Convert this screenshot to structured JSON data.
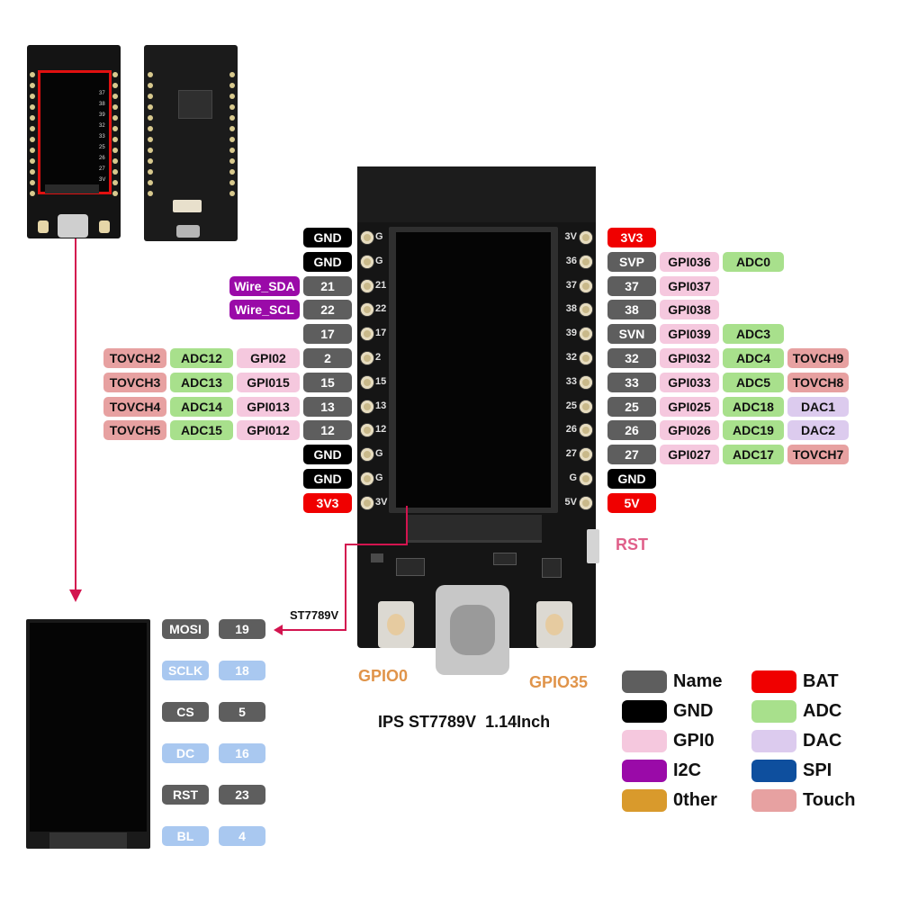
{
  "thumb_front": {
    "pin_labels": [
      "37",
      "38",
      "39",
      "32",
      "33",
      "25",
      "26",
      "27",
      "3V"
    ]
  },
  "left_pins": [
    {
      "board": "G",
      "tags": [
        {
          "text": "GND",
          "type": "gnd"
        }
      ]
    },
    {
      "board": "G",
      "tags": [
        {
          "text": "GND",
          "type": "gnd"
        }
      ]
    },
    {
      "board": "21",
      "tags": [
        {
          "text": "Wire_SDA",
          "type": "i2c"
        },
        {
          "text": "21",
          "type": "name"
        }
      ]
    },
    {
      "board": "22",
      "tags": [
        {
          "text": "Wire_SCL",
          "type": "i2c"
        },
        {
          "text": "22",
          "type": "name"
        }
      ]
    },
    {
      "board": "17",
      "tags": [
        {
          "text": "17",
          "type": "name"
        }
      ]
    },
    {
      "board": "2",
      "tags": [
        {
          "text": "TOVCH2",
          "type": "touch"
        },
        {
          "text": "ADC12",
          "type": "adc"
        },
        {
          "text": "GPI02",
          "type": "gpio"
        },
        {
          "text": "2",
          "type": "name"
        }
      ]
    },
    {
      "board": "15",
      "tags": [
        {
          "text": "TOVCH3",
          "type": "touch"
        },
        {
          "text": "ADC13",
          "type": "adc"
        },
        {
          "text": "GPI015",
          "type": "gpio"
        },
        {
          "text": "15",
          "type": "name"
        }
      ]
    },
    {
      "board": "13",
      "tags": [
        {
          "text": "TOVCH4",
          "type": "touch"
        },
        {
          "text": "ADC14",
          "type": "adc"
        },
        {
          "text": "GPI013",
          "type": "gpio"
        },
        {
          "text": "13",
          "type": "name"
        }
      ]
    },
    {
      "board": "12",
      "tags": [
        {
          "text": "TOVCH5",
          "type": "touch"
        },
        {
          "text": "ADC15",
          "type": "adc"
        },
        {
          "text": "GPI012",
          "type": "gpio"
        },
        {
          "text": "12",
          "type": "name"
        }
      ]
    },
    {
      "board": "G",
      "tags": [
        {
          "text": "GND",
          "type": "gnd"
        }
      ]
    },
    {
      "board": "G",
      "tags": [
        {
          "text": "GND",
          "type": "gnd"
        }
      ]
    },
    {
      "board": "3V",
      "tags": [
        {
          "text": "3V3",
          "type": "bat"
        }
      ]
    }
  ],
  "right_pins": [
    {
      "board": "3V",
      "tags": [
        {
          "text": "3V3",
          "type": "bat"
        }
      ]
    },
    {
      "board": "36",
      "tags": [
        {
          "text": "SVP",
          "type": "name"
        },
        {
          "text": "GPI036",
          "type": "gpio"
        },
        {
          "text": "ADC0",
          "type": "adc"
        }
      ]
    },
    {
      "board": "37",
      "tags": [
        {
          "text": "37",
          "type": "name"
        },
        {
          "text": "GPI037",
          "type": "gpio"
        }
      ]
    },
    {
      "board": "38",
      "tags": [
        {
          "text": "38",
          "type": "name"
        },
        {
          "text": "GPI038",
          "type": "gpio"
        }
      ]
    },
    {
      "board": "39",
      "tags": [
        {
          "text": "SVN",
          "type": "name"
        },
        {
          "text": "GPI039",
          "type": "gpio"
        },
        {
          "text": "ADC3",
          "type": "adc"
        }
      ]
    },
    {
      "board": "32",
      "tags": [
        {
          "text": "32",
          "type": "name"
        },
        {
          "text": "GPI032",
          "type": "gpio"
        },
        {
          "text": "ADC4",
          "type": "adc"
        },
        {
          "text": "TOVCH9",
          "type": "touch"
        }
      ]
    },
    {
      "board": "33",
      "tags": [
        {
          "text": "33",
          "type": "name"
        },
        {
          "text": "GPI033",
          "type": "gpio"
        },
        {
          "text": "ADC5",
          "type": "adc"
        },
        {
          "text": "TOVCH8",
          "type": "touch"
        }
      ]
    },
    {
      "board": "25",
      "tags": [
        {
          "text": "25",
          "type": "name"
        },
        {
          "text": "GPI025",
          "type": "gpio"
        },
        {
          "text": "ADC18",
          "type": "adc"
        },
        {
          "text": "DAC1",
          "type": "dac"
        }
      ]
    },
    {
      "board": "26",
      "tags": [
        {
          "text": "26",
          "type": "name"
        },
        {
          "text": "GPI026",
          "type": "gpio"
        },
        {
          "text": "ADC19",
          "type": "adc"
        },
        {
          "text": "DAC2",
          "type": "dac"
        }
      ]
    },
    {
      "board": "27",
      "tags": [
        {
          "text": "27",
          "type": "name"
        },
        {
          "text": "GPI027",
          "type": "gpio"
        },
        {
          "text": "ADC17",
          "type": "adc"
        },
        {
          "text": "TOVCH7",
          "type": "touch"
        }
      ]
    },
    {
      "board": "G",
      "tags": [
        {
          "text": "GND",
          "type": "gnd"
        }
      ]
    },
    {
      "board": "5V",
      "tags": [
        {
          "text": "5V",
          "type": "bat"
        }
      ]
    }
  ],
  "rst_label": "RST",
  "gpio0_label": "GPIO0",
  "gpio35_label": "GPIO35",
  "driver_label": "ST7789V",
  "display_caption": "IPS ST7789V  1.14Inch",
  "spi_pins": [
    {
      "name": "MOSI",
      "num": "19",
      "style": "name"
    },
    {
      "name": "SCLK",
      "num": "18",
      "style": "spi-light"
    },
    {
      "name": "CS",
      "num": "5",
      "style": "name"
    },
    {
      "name": "DC",
      "num": "16",
      "style": "spi-light"
    },
    {
      "name": "RST",
      "num": "23",
      "style": "name"
    },
    {
      "name": "BL",
      "num": "4",
      "style": "spi-light"
    }
  ],
  "legend": [
    {
      "label": "Name",
      "type": "name"
    },
    {
      "label": "BAT",
      "type": "bat"
    },
    {
      "label": "GND",
      "type": "gnd"
    },
    {
      "label": "ADC",
      "type": "adc"
    },
    {
      "label": "GPI0",
      "type": "gpio"
    },
    {
      "label": "DAC",
      "type": "dac"
    },
    {
      "label": "I2C",
      "type": "i2c"
    },
    {
      "label": "SPI",
      "type": "spi"
    },
    {
      "label": "0ther",
      "type": "other"
    },
    {
      "label": "Touch",
      "type": "touch"
    }
  ],
  "colors": {
    "name": {
      "bg": "#5e5e5e",
      "fg": "#ffffff"
    },
    "gnd": {
      "bg": "#000000",
      "fg": "#ffffff"
    },
    "bat": {
      "bg": "#f00000",
      "fg": "#ffffff"
    },
    "adc": {
      "bg": "#a8e08c",
      "fg": "#111111"
    },
    "gpio": {
      "bg": "#f5c8de",
      "fg": "#111111"
    },
    "dac": {
      "bg": "#dccbee",
      "fg": "#111111"
    },
    "i2c": {
      "bg": "#9a0aa8",
      "fg": "#ffffff"
    },
    "spi": {
      "bg": "#0e4f9e",
      "fg": "#ffffff"
    },
    "other": {
      "bg": "#d99a2c",
      "fg": "#ffffff"
    },
    "touch": {
      "bg": "#e7a1a1",
      "fg": "#111111"
    },
    "spi-light": {
      "bg": "#a9c8f0",
      "fg": "#ffffff"
    },
    "arrow": "#d3144f",
    "orange_label": "#e0944a",
    "rst_label": "#e0608a"
  }
}
